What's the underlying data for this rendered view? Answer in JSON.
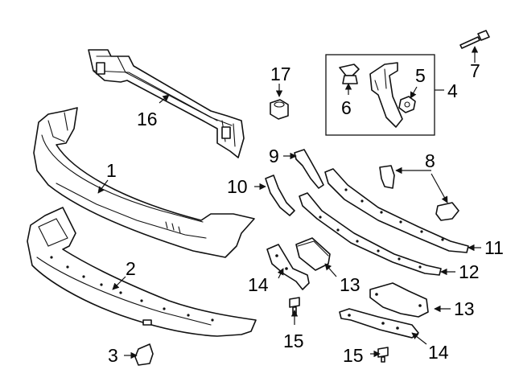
{
  "diagram": {
    "callouts": {
      "c1": "1",
      "c2": "2",
      "c3": "3",
      "c4": "4",
      "c5": "5",
      "c6": "6",
      "c7": "7",
      "c8": "8",
      "c9": "9",
      "c10": "10",
      "c11": "11",
      "c12": "12",
      "c13a": "13",
      "c13b": "13",
      "c14a": "14",
      "c14b": "14",
      "c15a": "15",
      "c15b": "15",
      "c16": "16",
      "c17": "17"
    },
    "colors": {
      "line": "#111111",
      "background": "#ffffff"
    }
  }
}
